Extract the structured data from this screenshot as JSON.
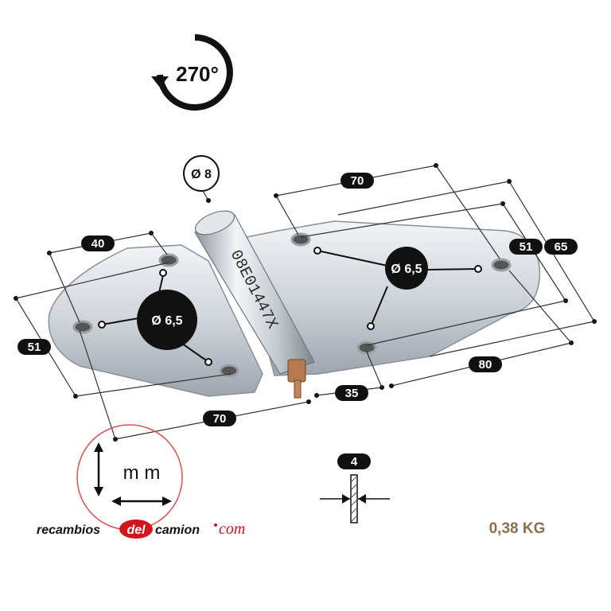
{
  "rotation": {
    "label": "270°",
    "icon": "rotation-arrow-icon"
  },
  "pin_diameter": "Ø 8",
  "hole_diameter_left": "Ø 6,5",
  "hole_diameter_right": "Ø 6,5",
  "dimensions": {
    "top_left_width": "40",
    "top_right_width": "70",
    "left_height": "51",
    "bottom_left_width": "70",
    "bottom_mid_width": "35",
    "bottom_right_width": "80",
    "right_inner_height": "51",
    "right_outer_height": "65",
    "thickness": "4"
  },
  "pin_marking": "08E01447X",
  "units": {
    "label": "m m",
    "icon": "units-arrows-icon"
  },
  "brand": {
    "part1": "recambios",
    "part2": "del",
    "part3": "camion",
    "part4": "com",
    "accent": "#d3141b"
  },
  "weight": {
    "label": "0,38 KG",
    "color": "#8a7050"
  },
  "colors": {
    "pill": "#111111",
    "ring": "#e05050",
    "metal": "#d9dde2"
  }
}
